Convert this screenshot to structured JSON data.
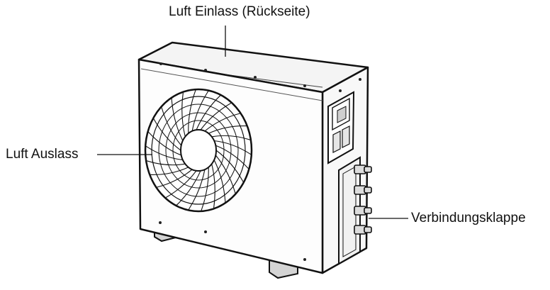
{
  "labels": {
    "air_inlet": "Luft Einlass (Rückseite)",
    "air_outlet": "Luft Auslass",
    "connection_cover": "Verbindungsklappe"
  },
  "colors": {
    "line": "#111111",
    "body_fill": "#fdfdfd",
    "shade": "#cfcfcf",
    "top_fill": "#f4f4f4"
  }
}
